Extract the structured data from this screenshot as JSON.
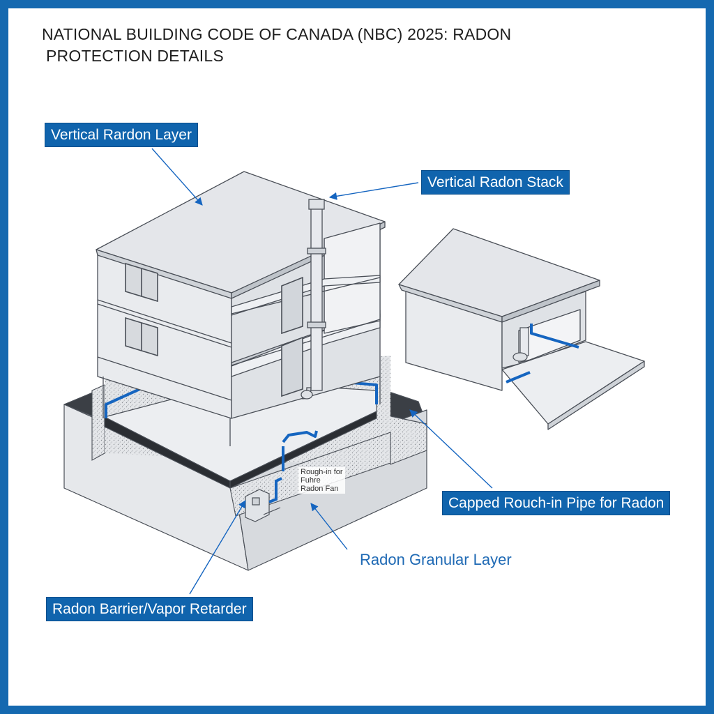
{
  "title": {
    "line1": "NATIONAL BUILDING CODE OF CANADA (NBC) 2025: RADON",
    "line2": "PROTECTION DETAILS"
  },
  "labels": {
    "vertical_layer": "Vertical Rardon Layer",
    "vertical_stack": "Vertical Radon Stack",
    "capped_pipe": "Capped Rouch-in Pipe for Radon",
    "granular_layer": "Radon Granular Layer",
    "barrier": "Radon Barrier/Vapor Retarder",
    "fan_note_1": "Rough-in for",
    "fan_note_2": "Fuhre",
    "fan_note_3": "Radon Fan"
  },
  "colors": {
    "frame": "#1569b0",
    "callout_fill": "#1064ad",
    "callout_text": "#ffffff",
    "accent_blue": "#1565c0",
    "label_blue": "#1e69b4",
    "wall_light": "#e9ebee",
    "wall_mid": "#d5d8dd",
    "outline": "#4a4f57"
  }
}
